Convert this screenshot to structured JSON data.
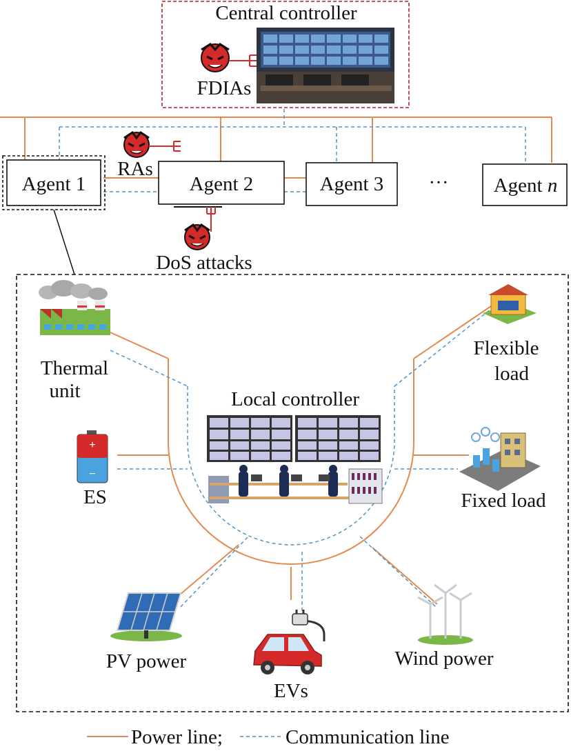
{
  "central": {
    "title": "Central controller",
    "attack": "FDIAs"
  },
  "agents": {
    "agent1": "Agent 1",
    "agent2": "Agent 2",
    "agent3": "Agent 3",
    "ellipsis": "···",
    "agentn_prefix": "Agent ",
    "agentn_var": "n"
  },
  "attacks": {
    "ras": "RAs",
    "dos": "DoS attacks"
  },
  "local": {
    "controller": "Local controller",
    "thermal_1": "Thermal",
    "thermal_2": "unit",
    "es": "ES",
    "flexible_1": "Flexible",
    "flexible_2": "load",
    "fixed": "Fixed load",
    "pv": "PV power",
    "ev": "EVs",
    "wind": "Wind power"
  },
  "legend": {
    "power": "Power line;",
    "comm": "Communication line"
  },
  "colors": {
    "power_line": "#e58a4e",
    "comm_line": "#4d94c8",
    "attack_red": "#d42a2a"
  }
}
